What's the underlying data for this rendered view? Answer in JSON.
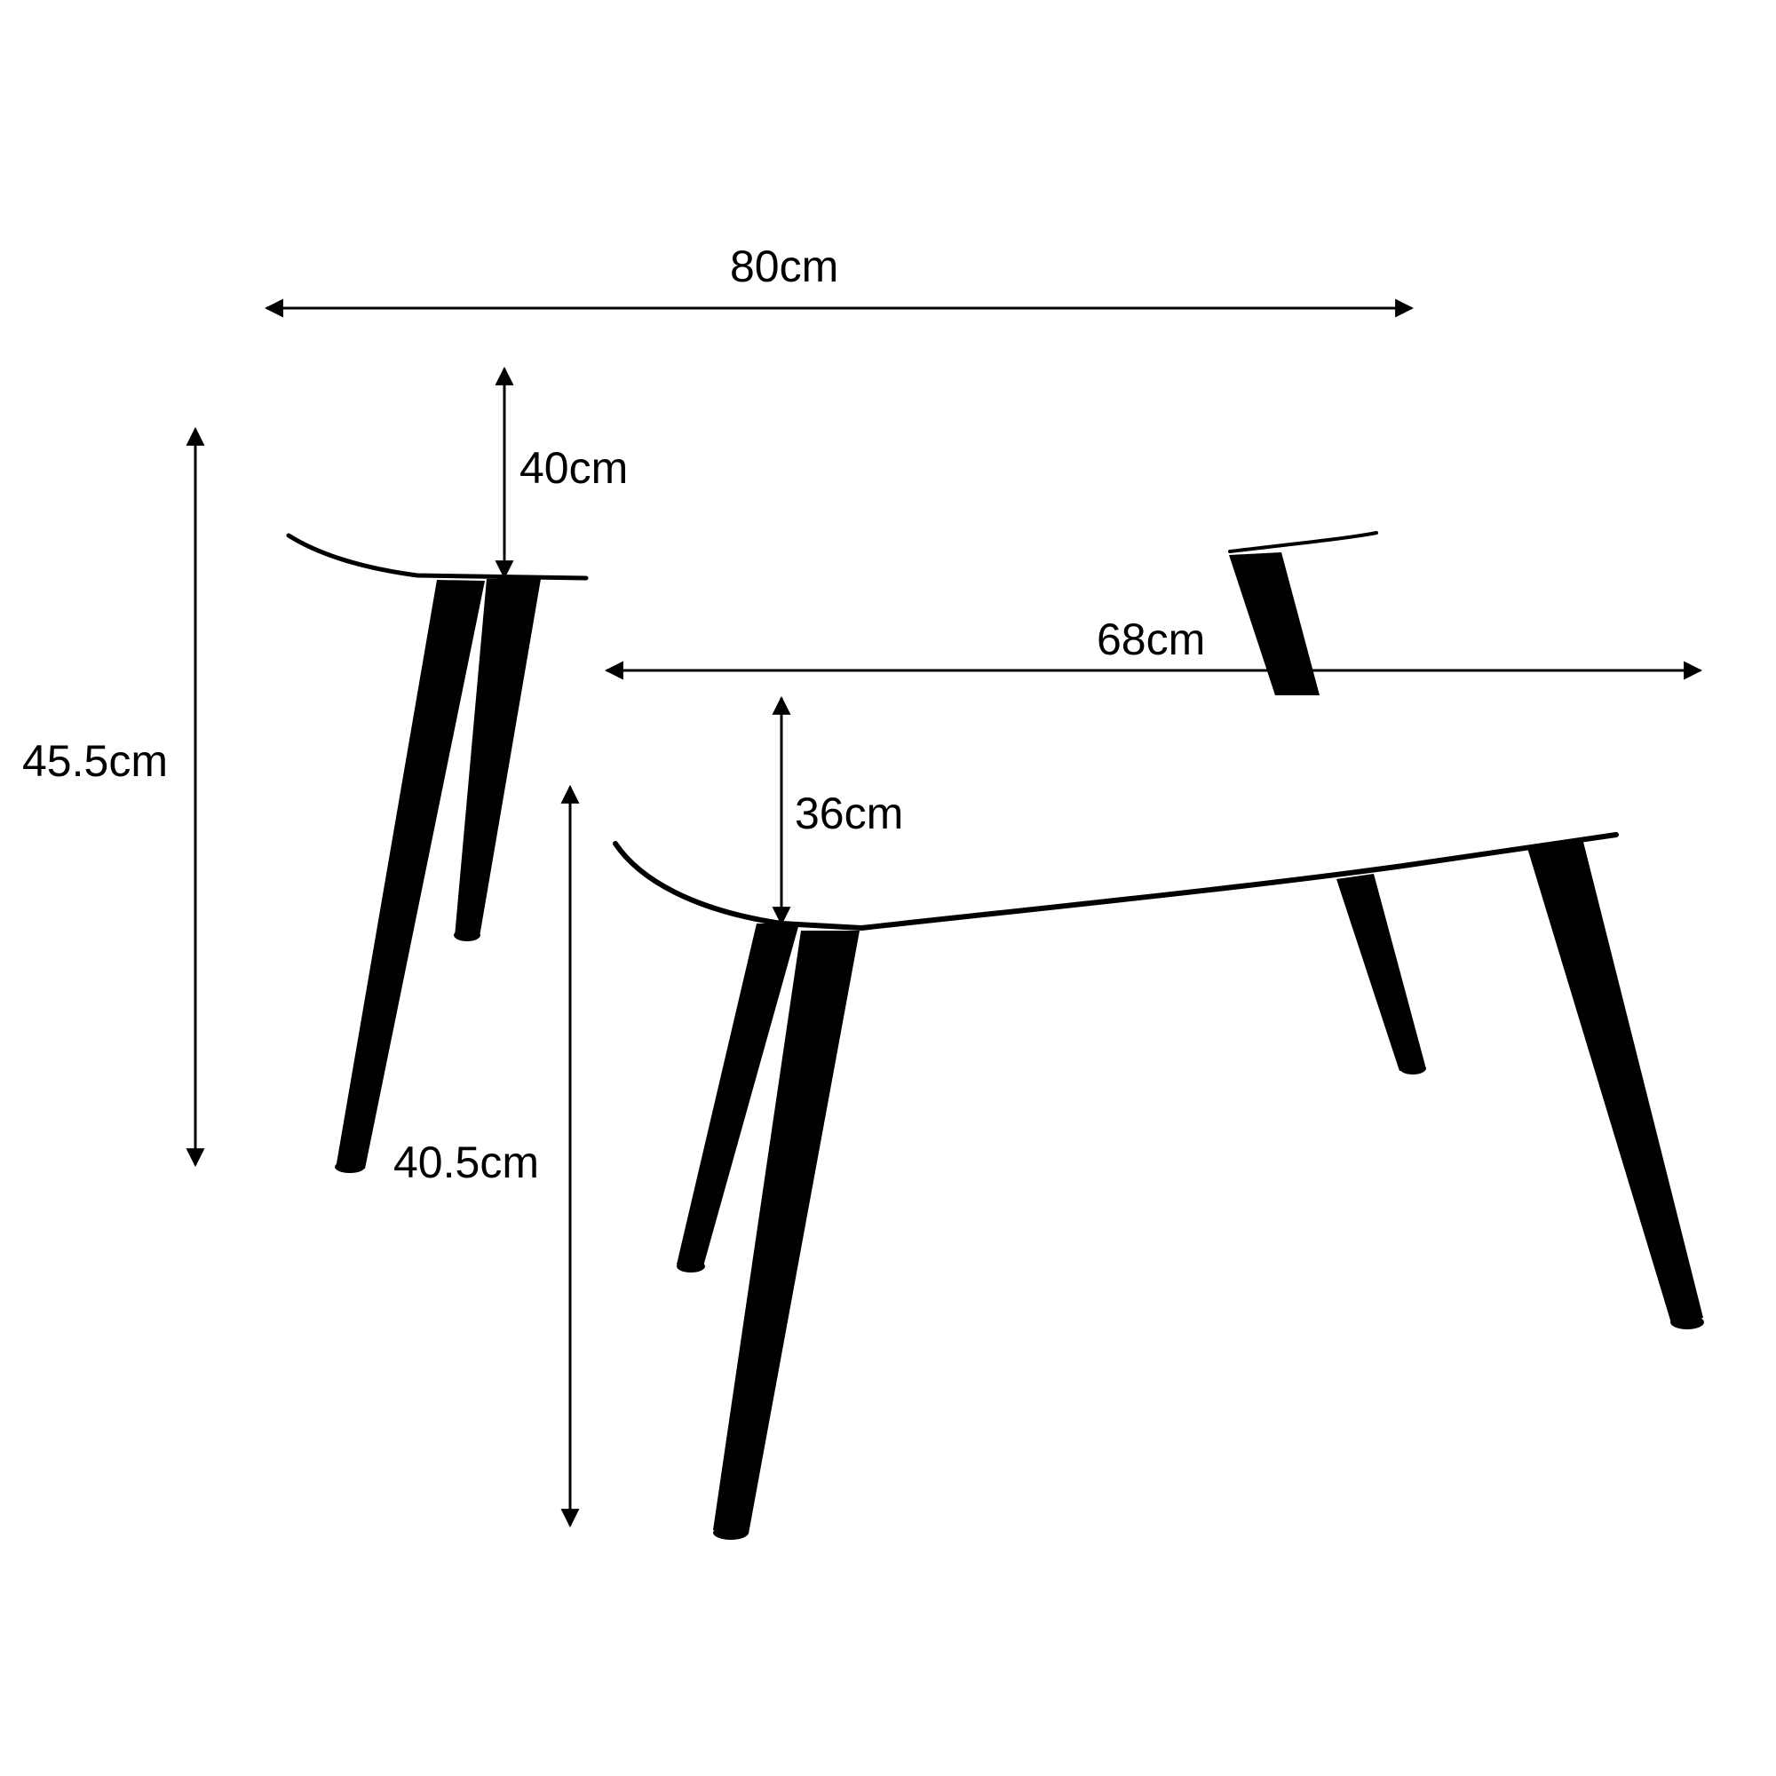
{
  "dimensions": {
    "large_table_length": "80cm",
    "large_table_depth": "40cm",
    "large_table_height": "45.5cm",
    "small_table_length": "68cm",
    "small_table_depth": "36cm",
    "small_table_height": "40.5cm"
  },
  "colors": {
    "ink": "#000000",
    "background": "#ffffff"
  }
}
